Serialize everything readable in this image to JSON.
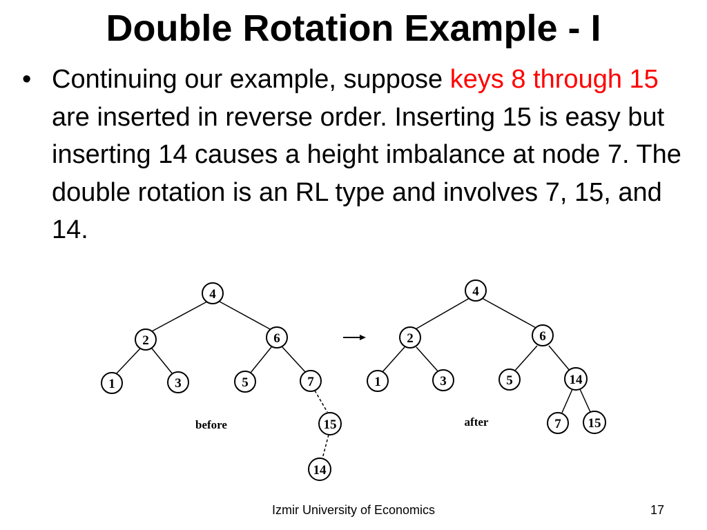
{
  "slide": {
    "title": "Double Rotation Example - I",
    "bullet_symbol": "•",
    "bullet": {
      "text_before": "Continuing our example, suppose ",
      "highlight": "keys 8 through 15",
      "text_after": " are inserted in reverse order. Inserting 15 is easy but inserting 14 causes a height imbalance at node 7. The double rotation is an RL type and involves 7, 15, and 14."
    }
  },
  "colors": {
    "highlight": "#ff0000",
    "text": "#000000"
  },
  "diagram": {
    "before": {
      "caption": "before",
      "nodes": [
        {
          "id": "n4",
          "label": "4"
        },
        {
          "id": "n2",
          "label": "2"
        },
        {
          "id": "n6",
          "label": "6"
        },
        {
          "id": "n1",
          "label": "1"
        },
        {
          "id": "n3",
          "label": "3"
        },
        {
          "id": "n5",
          "label": "5"
        },
        {
          "id": "n7",
          "label": "7"
        },
        {
          "id": "n15",
          "label": "15"
        },
        {
          "id": "n14",
          "label": "14"
        }
      ],
      "edges": [
        {
          "from": "4",
          "to": "2",
          "style": "solid"
        },
        {
          "from": "4",
          "to": "6",
          "style": "solid"
        },
        {
          "from": "2",
          "to": "1",
          "style": "solid"
        },
        {
          "from": "2",
          "to": "3",
          "style": "solid"
        },
        {
          "from": "6",
          "to": "5",
          "style": "solid"
        },
        {
          "from": "6",
          "to": "7",
          "style": "solid"
        },
        {
          "from": "7",
          "to": "15",
          "style": "dashed"
        },
        {
          "from": "15",
          "to": "14",
          "style": "dashed"
        }
      ]
    },
    "after": {
      "caption": "after",
      "nodes": [
        {
          "id": "n4",
          "label": "4"
        },
        {
          "id": "n2",
          "label": "2"
        },
        {
          "id": "n6",
          "label": "6"
        },
        {
          "id": "n1",
          "label": "1"
        },
        {
          "id": "n3",
          "label": "3"
        },
        {
          "id": "n5",
          "label": "5"
        },
        {
          "id": "n14",
          "label": "14"
        },
        {
          "id": "n7",
          "label": "7"
        },
        {
          "id": "n15",
          "label": "15"
        }
      ],
      "edges": [
        {
          "from": "4",
          "to": "2",
          "style": "solid"
        },
        {
          "from": "4",
          "to": "6",
          "style": "solid"
        },
        {
          "from": "2",
          "to": "1",
          "style": "solid"
        },
        {
          "from": "2",
          "to": "3",
          "style": "solid"
        },
        {
          "from": "6",
          "to": "5",
          "style": "solid"
        },
        {
          "from": "6",
          "to": "14",
          "style": "solid"
        },
        {
          "from": "14",
          "to": "7",
          "style": "solid"
        },
        {
          "from": "14",
          "to": "15",
          "style": "solid"
        }
      ]
    },
    "arrow_icon": "right-arrow-icon"
  },
  "footer": {
    "institution": "Izmir University of Economics",
    "page_number": "17"
  }
}
